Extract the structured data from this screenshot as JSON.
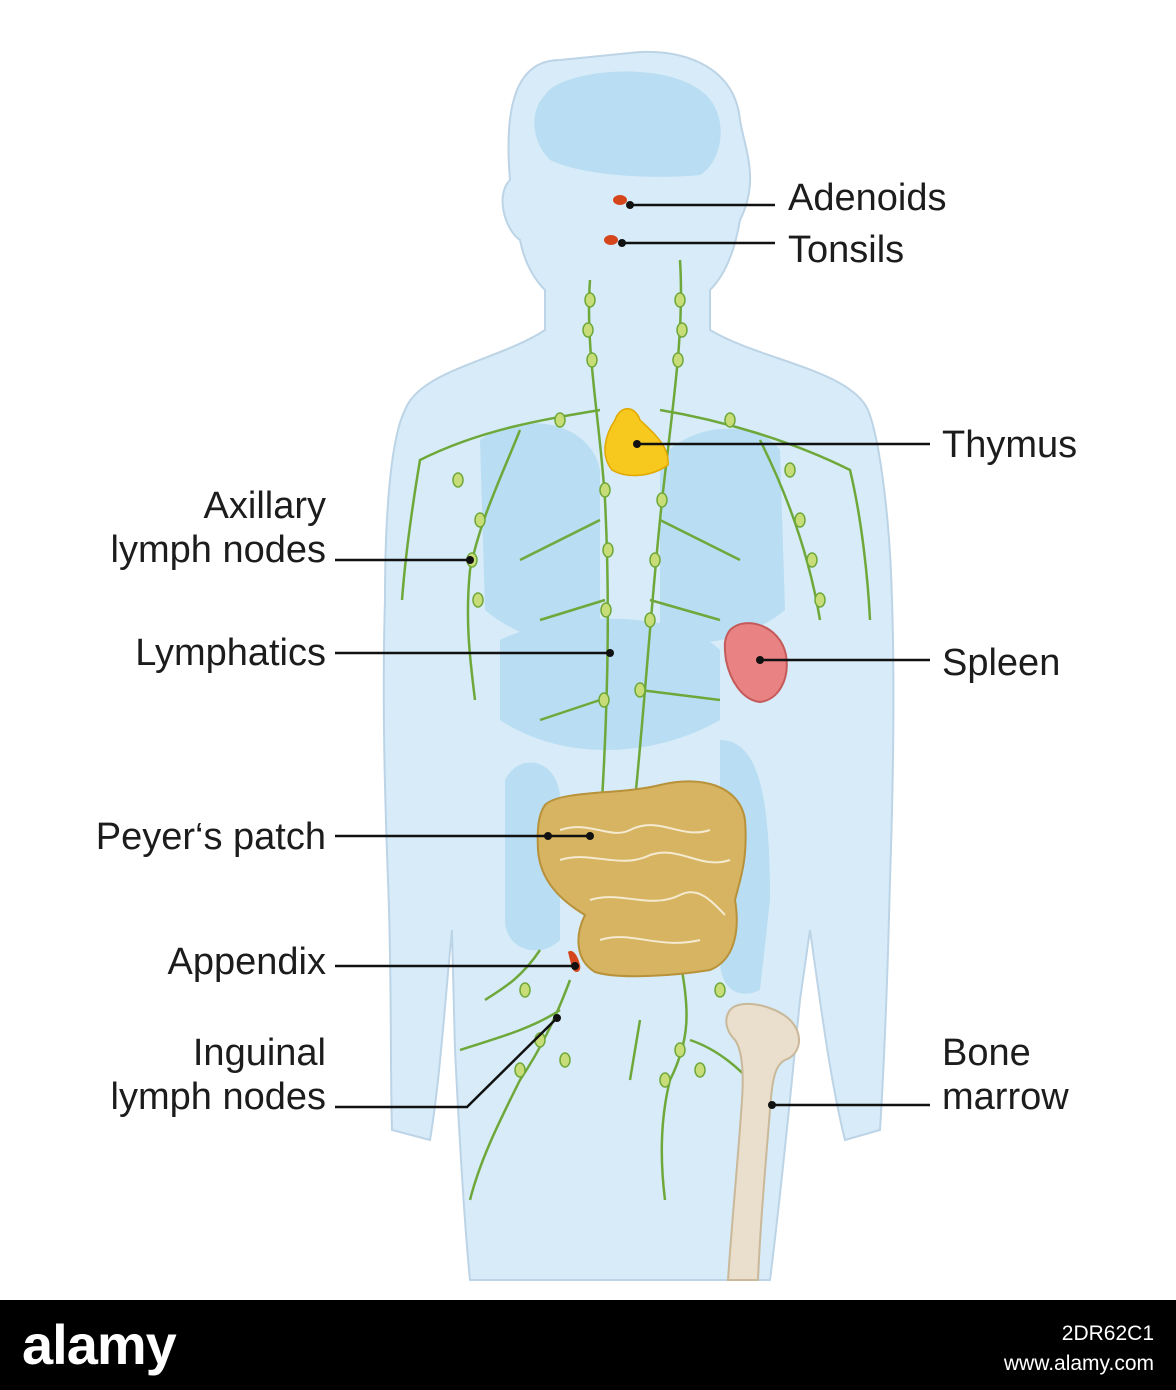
{
  "labels": {
    "adenoids": "Adenoids",
    "tonsils": "Tonsils",
    "thymus": "Thymus",
    "axillary_line1": "Axillary",
    "axillary_line2": "lymph nodes",
    "lymphatics": "Lymphatics",
    "spleen": "Spleen",
    "peyers_patch": "Peyer‘s patch",
    "appendix": "Appendix",
    "inguinal_line1": "Inguinal",
    "inguinal_line2": "lymph nodes",
    "bone_line1": "Bone",
    "bone_line2": "marrow"
  },
  "footer": {
    "brand": "alamy",
    "image_code": "2DR62C1",
    "site": "www.alamy.com"
  },
  "colors": {
    "body_fill": "#d7ecf8",
    "organ_fill": "#b9ddf2",
    "lymph_green": "#6fa83a",
    "node_fill": "#c8dc78",
    "thymus": "#f7c81e",
    "spleen": "#e98383",
    "intestine": "#d7b461",
    "adenoid_red": "#d6461d",
    "bone": "#eadfcc"
  }
}
